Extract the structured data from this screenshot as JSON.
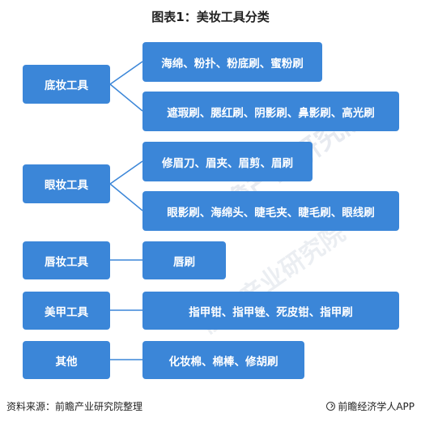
{
  "title": "图表1：美妆工具分类",
  "categories": [
    {
      "label": "底妆工具",
      "items": [
        "海绵、粉扑、粉底刷、蜜粉刷",
        "遮瑕刷、腮红刷、阴影刷、鼻影刷、高光刷"
      ]
    },
    {
      "label": "眼妆工具",
      "items": [
        "修眉刀、眉夹、眉剪、眉刷",
        "眼影刷、海绵头、睫毛夹、睫毛刷、眼线刷"
      ]
    },
    {
      "label": "唇妆工具",
      "items": [
        "唇刷"
      ]
    },
    {
      "label": "美甲工具",
      "items": [
        "指甲钳、指甲锉、死皮钳、指甲刷"
      ]
    },
    {
      "label": "其他",
      "items": [
        "化妆棉、棉棒、修胡刷"
      ]
    }
  ],
  "footer": {
    "source": "资料来源：前瞻产业研究院整理",
    "brand": "前瞻经济学人APP"
  },
  "watermark": "前瞻产业研究院",
  "colors": {
    "box": "#3b86d8",
    "line": "#3b86d8"
  }
}
